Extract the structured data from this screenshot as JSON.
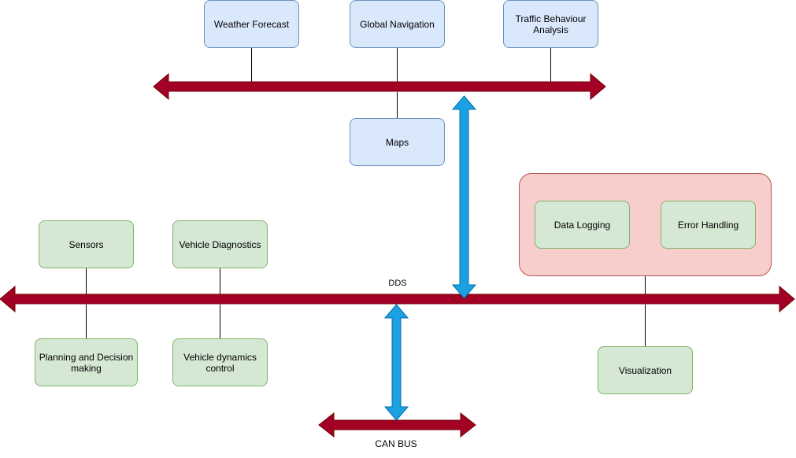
{
  "diagram": {
    "colors": {
      "bus": "#a20025",
      "bus_stroke": "#6f0000",
      "link": "#1ba1e2",
      "link_stroke": "#006eaf",
      "line": "#000000"
    },
    "nodes": {
      "weather_forecast": "Weather Forecast",
      "global_navigation": "Global Navigation",
      "traffic_behaviour": "Traffic Behaviour Analysis",
      "maps": "Maps",
      "sensors": "Sensors",
      "vehicle_diagnostics": "Vehicle Diagnostics",
      "planning": "Planning and Decision making",
      "vehicle_dynamics": "Vehicle dynamics control",
      "data_logging": "Data Logging",
      "error_handling": "Error Handling",
      "visualization": "Visualization"
    },
    "buses": {
      "dds": "DDS",
      "can": "CAN BUS"
    }
  }
}
